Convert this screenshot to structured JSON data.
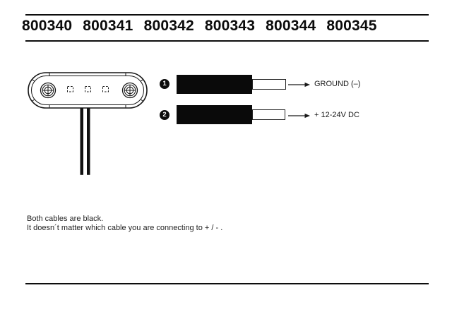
{
  "header": {
    "product_codes": [
      "800340",
      "800341",
      "800342",
      "800343",
      "800344",
      "800345"
    ]
  },
  "wiring": {
    "rows": [
      {
        "number": "1",
        "label": "GROUND (–)"
      },
      {
        "number": "2",
        "label": "+ 12-24V DC"
      }
    ]
  },
  "notes": {
    "line1": "Both cables are black.",
    "line2": "It doesn´t matter which cable you are connecting to + / - ."
  },
  "colors": {
    "ink": "#0b0b0b",
    "background": "#ffffff",
    "cable": "#0a0a0a"
  }
}
